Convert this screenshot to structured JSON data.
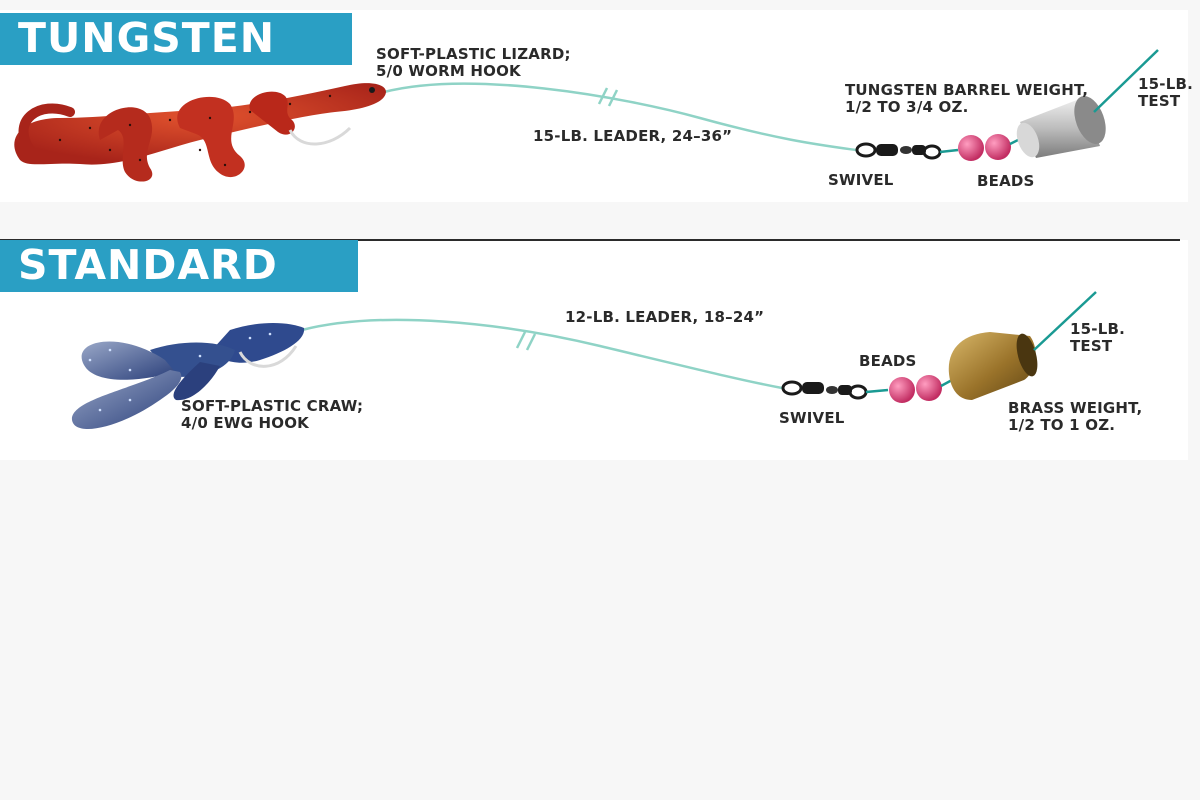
{
  "tungsten_rig": {
    "title": "TUNGSTEN RIG",
    "bait_line1": "SOFT-PLASTIC LIZARD;",
    "bait_line2": "5/0 WORM HOOK",
    "leader": "15-LB. LEADER, 24–36”",
    "swivel": "SWIVEL",
    "beads": "BEADS",
    "weight_line1": "TUNGSTEN BARREL WEIGHT,",
    "weight_line2": "1/2 TO 3/4 OZ.",
    "test_line1": "15-LB.",
    "test_line2": "TEST"
  },
  "standard_rig": {
    "title": "STANDARD RIG",
    "bait_line1": "SOFT-PLASTIC CRAW;",
    "bait_line2": "4/0 EWG HOOK",
    "leader": "12-LB. LEADER, 18–24”",
    "swivel": "SWIVEL",
    "beads": "BEADS",
    "weight_line1": "BRASS WEIGHT,",
    "weight_line2": "1/2 TO 1 OZ.",
    "test_line1": "15-LB.",
    "test_line2": "TEST"
  },
  "colors": {
    "banner": "#2a9fc4",
    "leader_line": "#8fd3c6",
    "main_line": "#1a9a93",
    "lizard": "#c8341f",
    "craw": "#3c5a9a",
    "beads": "#e0457a",
    "tungsten": "#b9b9b9",
    "brass": "#a07a2c"
  }
}
